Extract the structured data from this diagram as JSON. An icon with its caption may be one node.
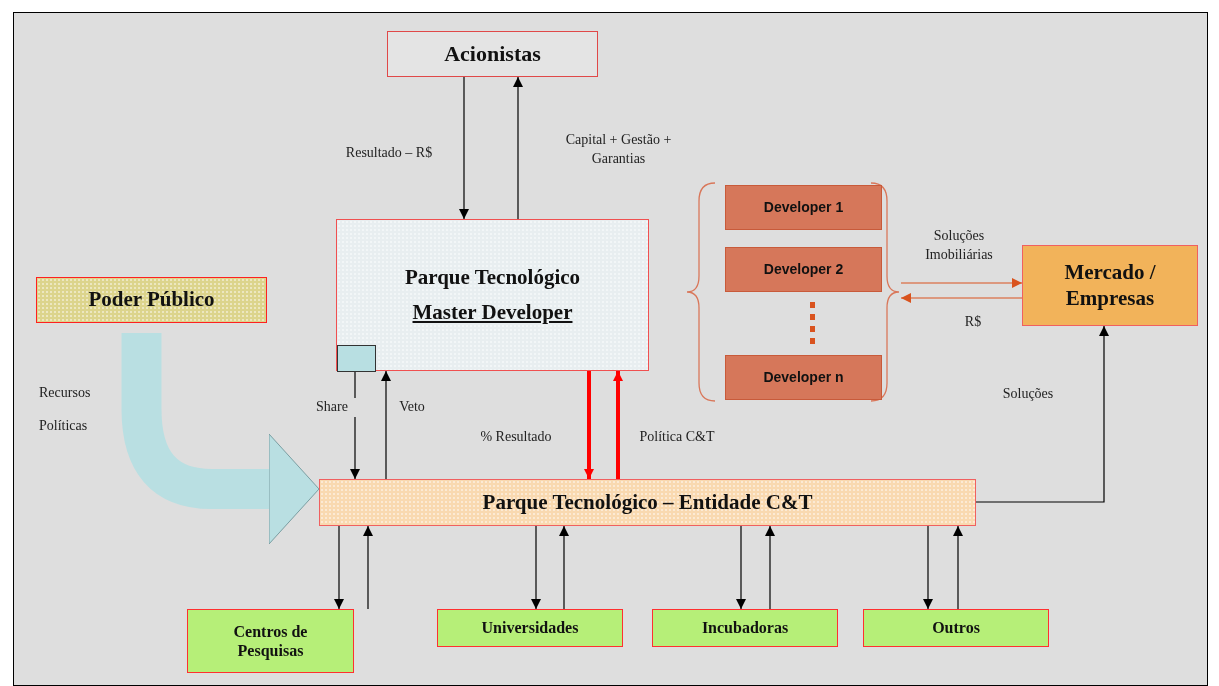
{
  "diagram": {
    "nodes": [
      {
        "text": [
          "Acionistas"
        ]
      },
      {
        "text": [
          "Parque Tecnológico",
          "Master Developer"
        ]
      },
      {
        "text": [],
        "shape": "box",
        "in": 1
      },
      {
        "text": [
          "Poder Público"
        ]
      },
      {
        "text": [],
        "shape": "brace"
      },
      {
        "text": [
          "Developer 1"
        ],
        "in": 4
      },
      {
        "text": [
          "Developer 2"
        ],
        "in": 4
      },
      {
        "text": [
          "Developer n"
        ],
        "in": 4
      },
      {
        "text": [
          "Mercado / Empresas"
        ]
      },
      {
        "text": [
          "Parque Tecnológico – Entidade C&T"
        ]
      },
      {
        "text": [
          "Centros de Pesquisas"
        ]
      },
      {
        "text": [
          "Universidades"
        ]
      },
      {
        "text": [
          "Incubadoras"
        ]
      },
      {
        "text": [
          "Outros"
        ]
      }
    ],
    "edges": [
      {
        "from": 0,
        "to": 1,
        "arrow": "to",
        "label": "Resultado – R$"
      },
      {
        "from": 1,
        "to": 0,
        "arrow": "to",
        "label": "Capital + Gestão + Garantias"
      },
      {
        "from": 2,
        "to": 9,
        "arrow": "to",
        "label": "Share"
      },
      {
        "from": 9,
        "to": 2,
        "arrow": "to",
        "label": "Veto"
      },
      {
        "from": 1,
        "to": 9,
        "arrow": "to",
        "label": "% Resultado",
        "style": "thick",
        "color": "#ff0000"
      },
      {
        "from": 9,
        "to": 1,
        "arrow": "to",
        "label": "Política C&T",
        "style": "thick",
        "color": "#ff0000"
      },
      {
        "from": 4,
        "to": 8,
        "arrow": "to",
        "label": "Soluções Imobiliárias",
        "color": "#d9531e"
      },
      {
        "from": 8,
        "to": 4,
        "arrow": "to",
        "label": "R$",
        "color": "#d9531e"
      },
      {
        "from": 9,
        "to": 8,
        "arrow": "to",
        "label": "Soluções"
      },
      {
        "from": 3,
        "to": 9,
        "arrow": "to",
        "style": "thick",
        "color": "#b9dfe2"
      },
      {
        "from": 9,
        "to": 10,
        "arrow": "to"
      },
      {
        "from": 10,
        "to": 9,
        "arrow": "to"
      },
      {
        "from": 9,
        "to": 11,
        "arrow": "to"
      },
      {
        "from": 11,
        "to": 9,
        "arrow": "to"
      },
      {
        "from": 9,
        "to": 12,
        "arrow": "to"
      },
      {
        "from": 12,
        "to": 9,
        "arrow": "to"
      },
      {
        "from": 9,
        "to": 13,
        "arrow": "to"
      },
      {
        "from": 13,
        "to": 9,
        "arrow": "to"
      }
    ],
    "labels": [
      "Recursos",
      "Políticas"
    ]
  }
}
